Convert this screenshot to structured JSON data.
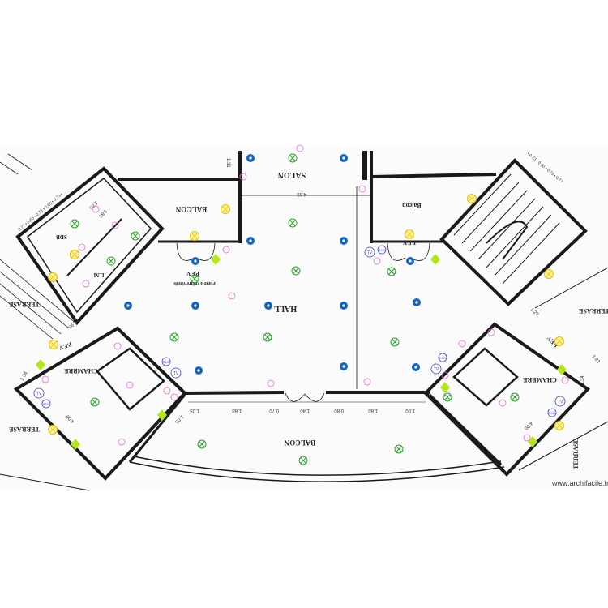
{
  "plan": {
    "rooms": {
      "salon": "SALON",
      "hall": "HALL",
      "balcon_left": "BALCON",
      "balcon_right": "Balcon",
      "balcon_bottom": "BALCON",
      "sdb": "SDB",
      "lm": "L.M",
      "chambre_left": "CHAMBRE",
      "chambre_right": "CHAMBRE",
      "terrase_left": "TERRASE",
      "terrase_bottom_left": "TERRASE",
      "terrase_right": "TERRASE",
      "terrase_bottom_right": "TERRASE"
    },
    "doors": {
      "pfv_center_left": "P.F.V",
      "pfv_center_left_note": "Porte-Fenêtre vitrée",
      "pfv_center_right": "P.F.V",
      "pfv_left": "P.F.V",
      "pfv_right": "P.F.V"
    },
    "dimensions": {
      "salon_width": "4.60",
      "bottom_1": "1.05",
      "bottom_2": "1.60",
      "bottom_3": "0.70",
      "bottom_4": "1.40",
      "bottom_5": "0.80",
      "bottom_6": "1.60",
      "bottom_7": "1.00",
      "left_chambre": "4.00",
      "left_1": "1.34",
      "left_2": "1.05",
      "left_3": "0.95",
      "right_chambre": "4.00",
      "right_1": "1.34",
      "right_2": "1.27",
      "right_3": "1.01",
      "top_left_chain": "0.77 • 0.60 • 0.73 • 0.60 • 0.73 •",
      "top_right_chain": "• 0.73 • 0.60 • 0.73 • 0.77",
      "sdb_1": "1.05",
      "sdb_2": "1.84",
      "balcon_depth": "1.31"
    },
    "symbols": {
      "tv": "TV",
      "rj45": "RJ45"
    }
  },
  "colors": {
    "wall": "#1a1a1a",
    "downlight": "#1565c0",
    "ceiling_light": "#2ca02c",
    "wall_light": "#e6c200",
    "switch": "#b5e61d",
    "outlet": "#e06ccf",
    "network": "#3a3ad0"
  },
  "watermark": "www.archifacile.fr"
}
